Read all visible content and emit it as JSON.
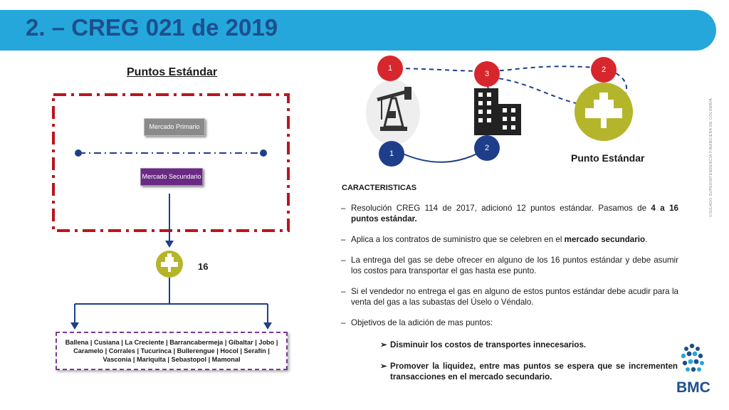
{
  "slide": {
    "title": "2. – CREG 021 de 2019",
    "subhead": "Puntos Estándar"
  },
  "left_diagram": {
    "mercado_primario": "Mercado Primario",
    "mercado_secundario": "Mercado Secundario",
    "count": "16",
    "towns": "Ballena | Cusiana | La Creciente | Barrancabermeja | Gibaltar | Jobo | Caramelo | Corrales | Tucurinca | Bullerengue | Hocol | Serafín | Vasconia | Mariquita | Sebastopol | Mamonal"
  },
  "right_diagram": {
    "badges_red": [
      "1",
      "3",
      "2"
    ],
    "badges_blue": [
      "1",
      "2"
    ],
    "punto_label": "Punto Estándar",
    "colors": {
      "red": "#d8262d",
      "blue": "#1f3e8a",
      "olive": "#b5b52b",
      "navy": "#1f3e8a"
    }
  },
  "caracteristicas": {
    "title": "CARACTERISTICAS",
    "b1_pre": "Resolución CREG 114 de 2017, adicionó 12 puntos estándar. Pasamos de ",
    "b1_bold": "4 a 16 puntos estándar.",
    "b2_pre": "Aplica a los contratos de suministro que se celebren en el ",
    "b2_bold": "mercado secundario",
    "b2_post": ".",
    "b3": "La entrega del gas se debe ofrecer en alguno de los 16 puntos estándar y debe asumir los costos para transportar el gas hasta ese punto.",
    "b4": "Si el vendedor no entrega el gas en alguno de estos puntos estándar debe acudir para la venta del gas a las subastas del Úselo o Véndalo.",
    "b5": "Objetivos de la adición de mas puntos:",
    "s1": "Disminuir los costos de transportes innecesarios.",
    "s2": "Promover la liquidez, entre mas puntos se espera que se incrementen transacciones en el mercado secundario."
  },
  "brand": {
    "logo_text": "BMC",
    "vertical_text": "VIGILADO SUPERINTENDENCIA FINANCIERA DE COLOMBIA",
    "accent": "#25a7dc",
    "brand_blue": "#1d4f8c"
  }
}
